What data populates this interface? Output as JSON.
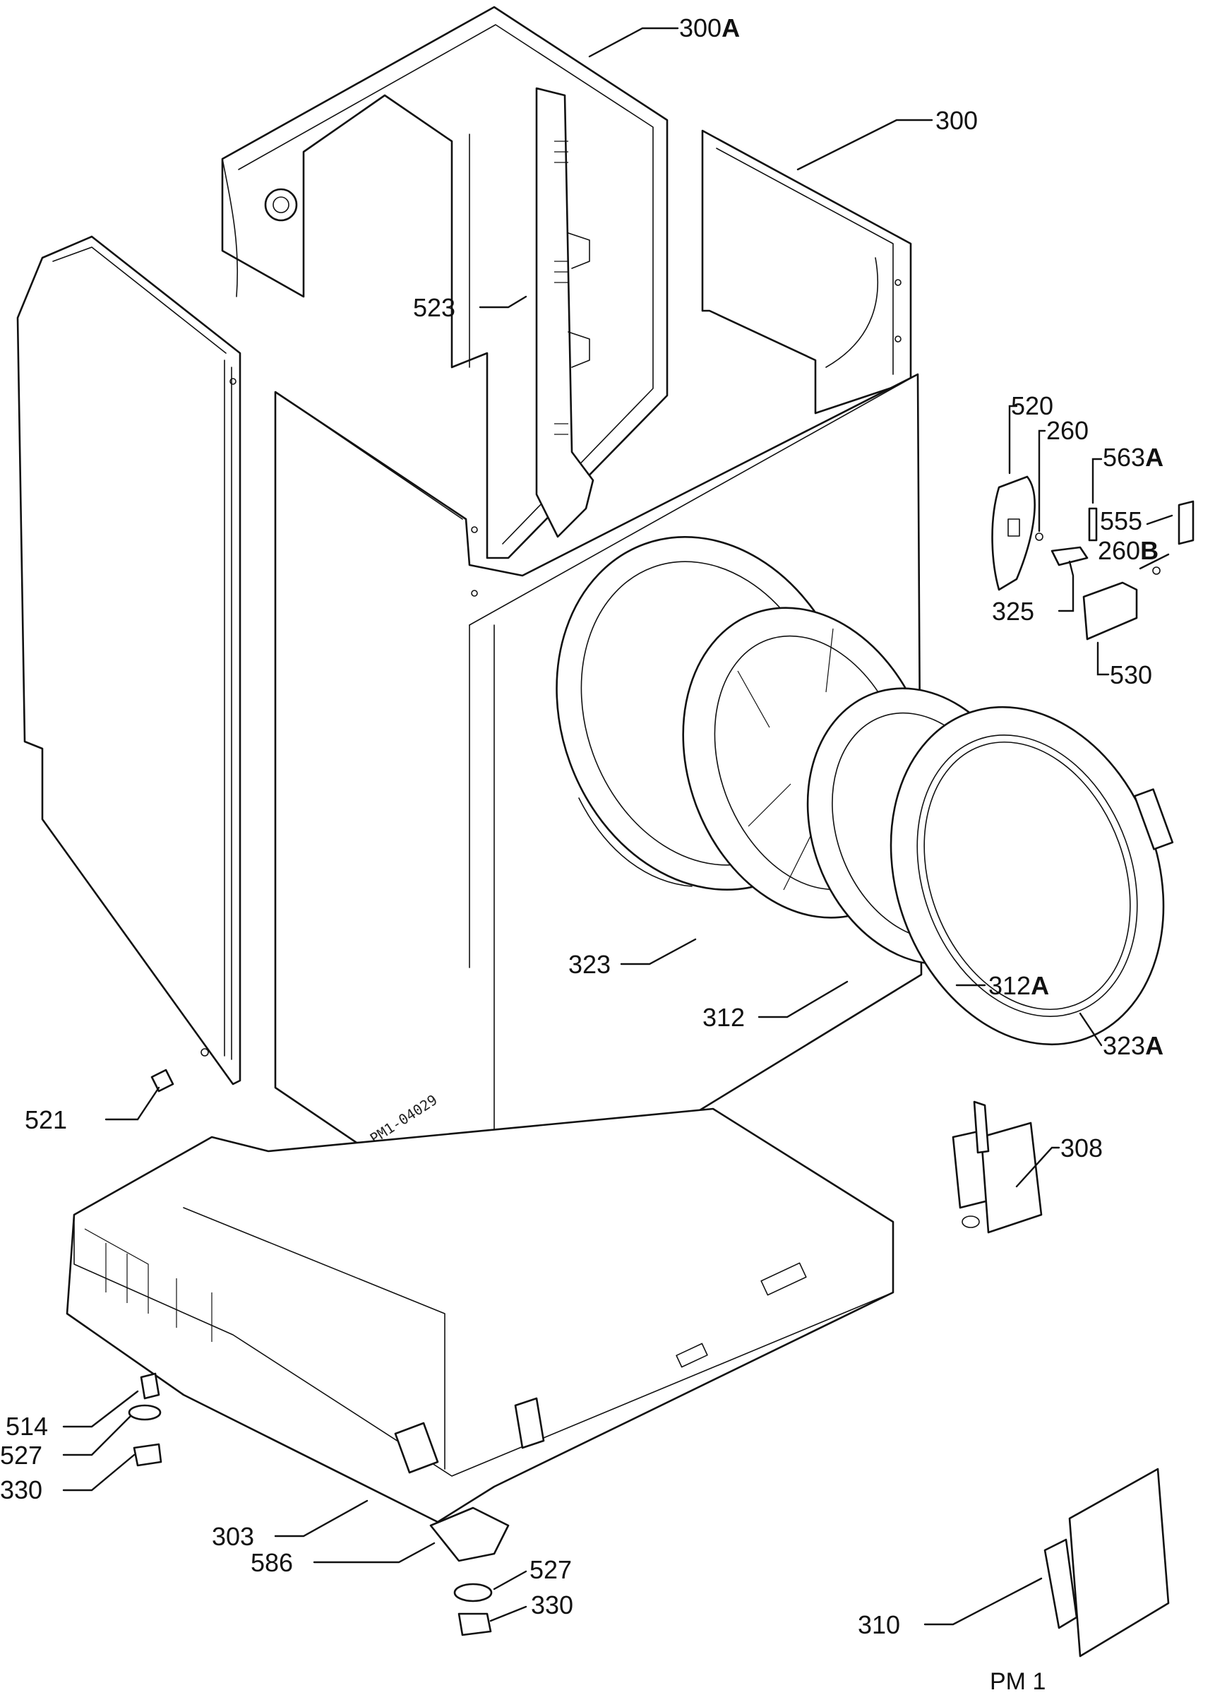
{
  "diagram": {
    "stamp": "PM1-04029",
    "caption": "PM 1",
    "callouts": [
      {
        "id": "300A",
        "num": "300",
        "suffix": "A"
      },
      {
        "id": "300",
        "num": "300",
        "suffix": ""
      },
      {
        "id": "523",
        "num": "523",
        "suffix": ""
      },
      {
        "id": "520",
        "num": "520",
        "suffix": ""
      },
      {
        "id": "260",
        "num": "260",
        "suffix": ""
      },
      {
        "id": "563A",
        "num": "563",
        "suffix": "A"
      },
      {
        "id": "555",
        "num": "555",
        "suffix": ""
      },
      {
        "id": "260B",
        "num": "260",
        "suffix": "B"
      },
      {
        "id": "325",
        "num": "325",
        "suffix": ""
      },
      {
        "id": "530",
        "num": "530",
        "suffix": ""
      },
      {
        "id": "323",
        "num": "323",
        "suffix": ""
      },
      {
        "id": "312A",
        "num": "312",
        "suffix": "A"
      },
      {
        "id": "312",
        "num": "312",
        "suffix": ""
      },
      {
        "id": "323A",
        "num": "323",
        "suffix": "A"
      },
      {
        "id": "521",
        "num": "521",
        "suffix": ""
      },
      {
        "id": "308",
        "num": "308",
        "suffix": ""
      },
      {
        "id": "514",
        "num": "514",
        "suffix": ""
      },
      {
        "id": "527a",
        "num": "527",
        "suffix": ""
      },
      {
        "id": "330a",
        "num": "330",
        "suffix": ""
      },
      {
        "id": "303",
        "num": "303",
        "suffix": ""
      },
      {
        "id": "586",
        "num": "586",
        "suffix": ""
      },
      {
        "id": "527b",
        "num": "527",
        "suffix": ""
      },
      {
        "id": "330b",
        "num": "330",
        "suffix": ""
      },
      {
        "id": "310",
        "num": "310",
        "suffix": ""
      }
    ]
  }
}
